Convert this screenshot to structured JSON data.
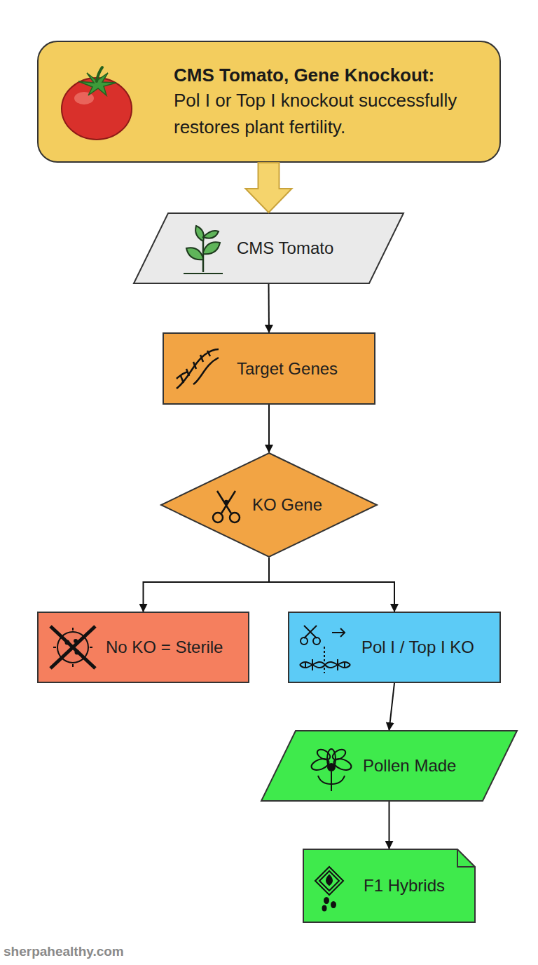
{
  "diagram": {
    "nodes": [
      {
        "text": [
          "CMS Tomato, Gene Knockout:",
          "Pol I or Top I knockout successfully restores plant fertility."
        ]
      },
      {
        "text": [
          "CMS Tomato"
        ]
      },
      {
        "text": [
          "Target Genes"
        ]
      },
      {
        "text": [
          "KO Gene"
        ]
      },
      {
        "text": [
          "No KO = Sterile"
        ]
      },
      {
        "text": [
          "Pol I / Top I KO"
        ]
      },
      {
        "text": [
          "Pollen Made"
        ]
      },
      {
        "text": [
          "F1 Hybrids"
        ]
      }
    ],
    "edges": [
      {
        "from": 0,
        "to": 1,
        "arrow": "to"
      },
      {
        "from": 1,
        "to": 2,
        "arrow": "to"
      },
      {
        "from": 2,
        "to": 3,
        "arrow": "to"
      },
      {
        "from": 3,
        "to": 4,
        "arrow": "to"
      },
      {
        "from": 3,
        "to": 5,
        "arrow": "to"
      },
      {
        "from": 5,
        "to": 6,
        "arrow": "to"
      },
      {
        "from": 6,
        "to": 7,
        "arrow": "to"
      }
    ],
    "labels": [
      "sherpahealthy.com"
    ]
  }
}
